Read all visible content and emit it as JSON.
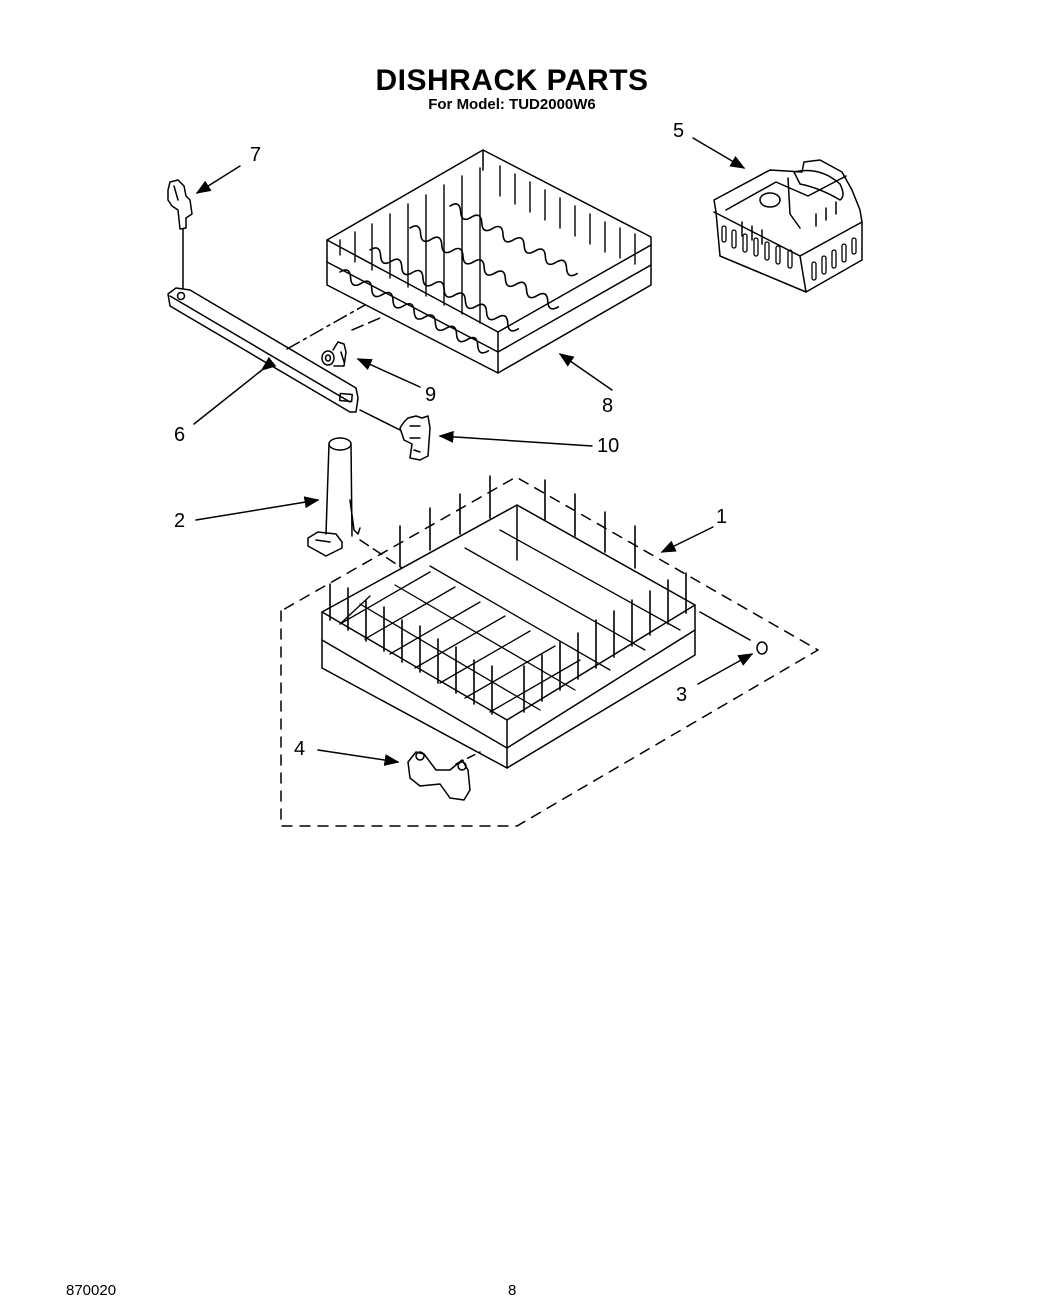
{
  "header": {
    "title": "DISHRACK PARTS",
    "subtitle": "For Model: TUD2000W6"
  },
  "callouts": [
    {
      "number": "1",
      "part": "lower-dishrack"
    },
    {
      "number": "2",
      "part": "wash-tower"
    },
    {
      "number": "3",
      "part": "roller"
    },
    {
      "number": "4",
      "part": "roller-assembly"
    },
    {
      "number": "5",
      "part": "silverware-basket"
    },
    {
      "number": "6",
      "part": "track"
    },
    {
      "number": "7",
      "part": "track-end-cap"
    },
    {
      "number": "8",
      "part": "upper-dishrack"
    },
    {
      "number": "9",
      "part": "upper-rack-roller"
    },
    {
      "number": "10",
      "part": "track-stop"
    }
  ],
  "footer": {
    "doc_number": "870020",
    "page_number": "8"
  },
  "colors": {
    "ink": "#000000",
    "paper": "#ffffff"
  }
}
